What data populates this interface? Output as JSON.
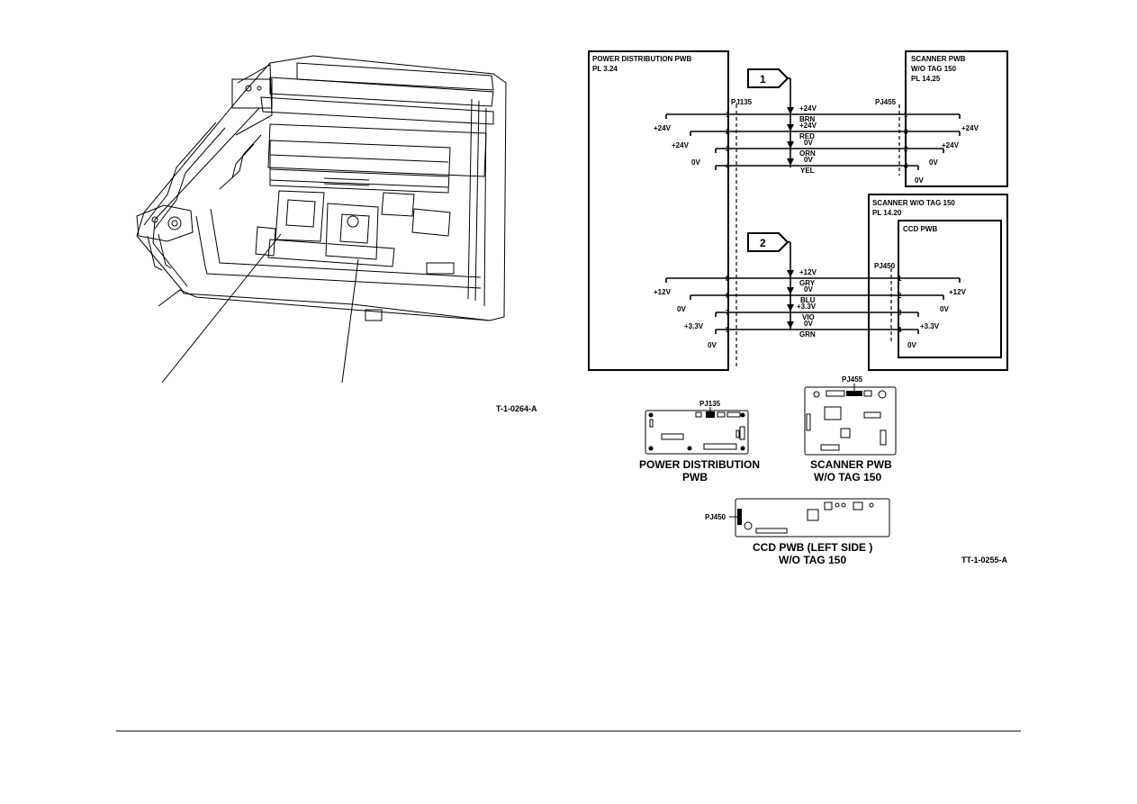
{
  "left_figure": {
    "ref": "T-1-0264-A"
  },
  "diagram": {
    "left_box": {
      "title": "POWER DISTRIBUTION PWB",
      "pl": "PL 3.24",
      "connector": "PJ135"
    },
    "right_top_box": {
      "title_line1": "SCANNER PWB",
      "title_line2": "W/O TAG 150",
      "pl": "PL 14.25",
      "connector": "PJ455"
    },
    "right_bottom_box": {
      "title": "SCANNER W/O TAG 150",
      "pl": "PL 14.20",
      "inner_title": "CCD PWB",
      "connector": "PJ450"
    },
    "flags": [
      "1",
      "2"
    ],
    "group1": {
      "wires": [
        {
          "left_pin": "1",
          "right_pin": "1",
          "top": "+24V",
          "bottom": "BRN",
          "left_gnd": "+24V",
          "right_gnd": "+24V"
        },
        {
          "left_pin": "2",
          "right_pin": "3",
          "top": "+24V",
          "bottom": "RED",
          "left_gnd": "+24V",
          "right_gnd": "+24V"
        },
        {
          "left_pin": "3",
          "right_pin": "2",
          "top": "0V",
          "bottom": "ORN",
          "left_gnd": "0V",
          "right_gnd": "0V"
        },
        {
          "left_pin": "4",
          "right_pin": "4",
          "top": "0V",
          "bottom": "YEL",
          "left_gnd": "",
          "right_gnd": "0V"
        }
      ]
    },
    "group2": {
      "wires": [
        {
          "left_pin": "8",
          "right_pin": "1",
          "top": "+12V",
          "bottom": "GRY",
          "left_gnd": "+12V",
          "right_gnd": "+12V"
        },
        {
          "left_pin": "6",
          "right_pin": "2",
          "top": "0V",
          "bottom": "BLU",
          "left_gnd": "0V",
          "right_gnd": "0V"
        },
        {
          "left_pin": "7",
          "right_pin": "3",
          "top": "+3.3V",
          "bottom": "VIO",
          "left_gnd": "+3.3V",
          "right_gnd": "+3.3V"
        },
        {
          "left_pin": "5",
          "right_pin": "4",
          "top": "0V",
          "bottom": "GRN",
          "left_gnd": "0V",
          "right_gnd": "0V"
        }
      ]
    }
  },
  "boards": {
    "power": {
      "connector": "PJ135",
      "caption_line1": "POWER DISTRIBUTION",
      "caption_line2": "PWB"
    },
    "scanner": {
      "connector": "PJ455",
      "caption_line1": "SCANNER PWB",
      "caption_line2": "W/O TAG 150"
    },
    "ccd": {
      "connector": "PJ450",
      "caption_line1": "CCD PWB (LEFT SIDE )",
      "caption_line2": "W/O TAG 150"
    }
  },
  "right_figure": {
    "ref": "TT-1-0255-A"
  }
}
